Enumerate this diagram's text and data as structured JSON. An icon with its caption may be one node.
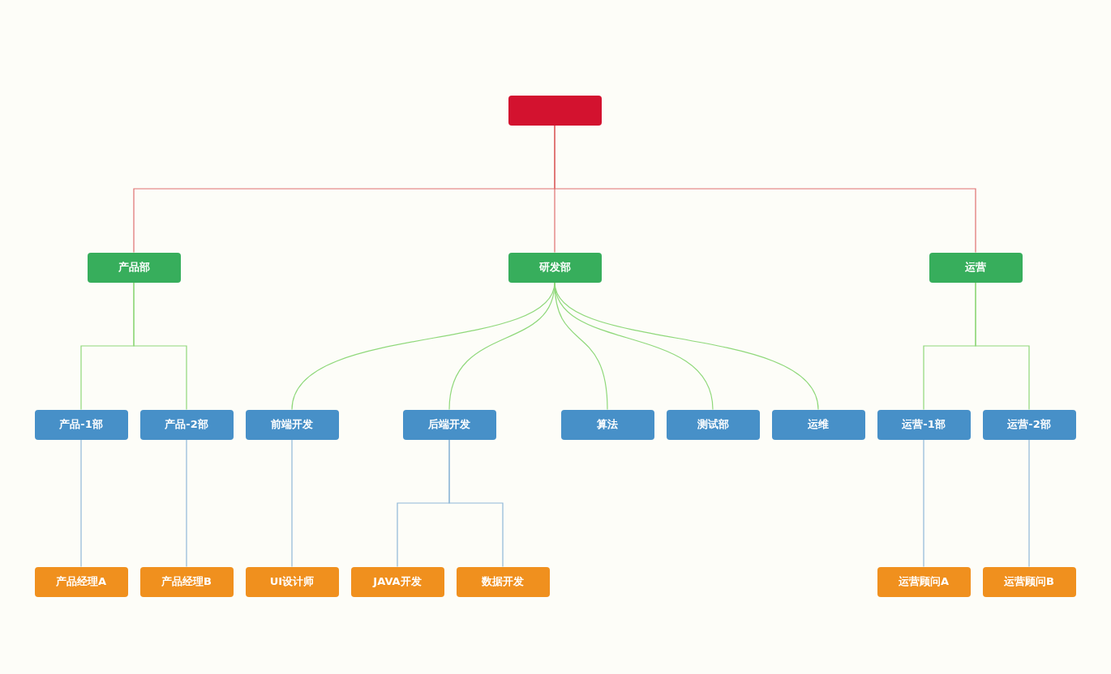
{
  "diagram": {
    "nodes": [
      {
        "text": [],
        "shape": "box"
      },
      {
        "text": [
          "产品部"
        ]
      },
      {
        "text": [
          "研发部"
        ]
      },
      {
        "text": [
          "运营"
        ]
      },
      {
        "text": [
          "产品-1部"
        ]
      },
      {
        "text": [
          "产品-2部"
        ]
      },
      {
        "text": [
          "前端开发"
        ]
      },
      {
        "text": [
          "后端开发"
        ]
      },
      {
        "text": [
          "算法"
        ]
      },
      {
        "text": [
          "测试部"
        ]
      },
      {
        "text": [
          "运维"
        ]
      },
      {
        "text": [
          "运营-1部"
        ]
      },
      {
        "text": [
          "运营-2部"
        ]
      },
      {
        "text": [
          "产品经理A"
        ]
      },
      {
        "text": [
          "产品经理B"
        ]
      },
      {
        "text": [
          "UI设计师"
        ]
      },
      {
        "text": [
          "JAVA开发"
        ]
      },
      {
        "text": [
          "数据开发"
        ]
      },
      {
        "text": [
          "运营顾问A"
        ]
      },
      {
        "text": [
          "运营顾问B"
        ]
      }
    ],
    "edges": [
      {
        "from": 0,
        "to": 1,
        "arrow": "none",
        "color": "#e07070"
      },
      {
        "from": 0,
        "to": 2,
        "arrow": "none",
        "color": "#e07070"
      },
      {
        "from": 0,
        "to": 3,
        "arrow": "none",
        "color": "#e07070"
      },
      {
        "from": 1,
        "to": 4,
        "arrow": "none"
      },
      {
        "from": 1,
        "to": 5,
        "arrow": "none"
      },
      {
        "from": 2,
        "to": 6,
        "arrow": "none"
      },
      {
        "from": 2,
        "to": 7,
        "arrow": "none"
      },
      {
        "from": 2,
        "to": 8,
        "arrow": "none"
      },
      {
        "from": 2,
        "to": 9,
        "arrow": "none"
      },
      {
        "from": 2,
        "to": 10,
        "arrow": "none"
      },
      {
        "from": 3,
        "to": 11,
        "arrow": "none"
      },
      {
        "from": 3,
        "to": 12,
        "arrow": "none"
      },
      {
        "from": 4,
        "to": 13,
        "arrow": "none",
        "color": "#8fb8d8"
      },
      {
        "from": 5,
        "to": 14,
        "arrow": "none",
        "color": "#8fb8d8"
      },
      {
        "from": 6,
        "to": 15,
        "arrow": "none",
        "color": "#8fb8d8"
      },
      {
        "from": 7,
        "to": 16,
        "arrow": "none",
        "color": "#8fb8d8"
      },
      {
        "from": 7,
        "to": 17,
        "arrow": "none",
        "color": "#8fb8d8"
      },
      {
        "from": 11,
        "to": 18,
        "arrow": "none",
        "color": "#8fb8d8"
      },
      {
        "from": 12,
        "to": 19,
        "arrow": "none",
        "color": "#8fb8d8"
      }
    ]
  }
}
